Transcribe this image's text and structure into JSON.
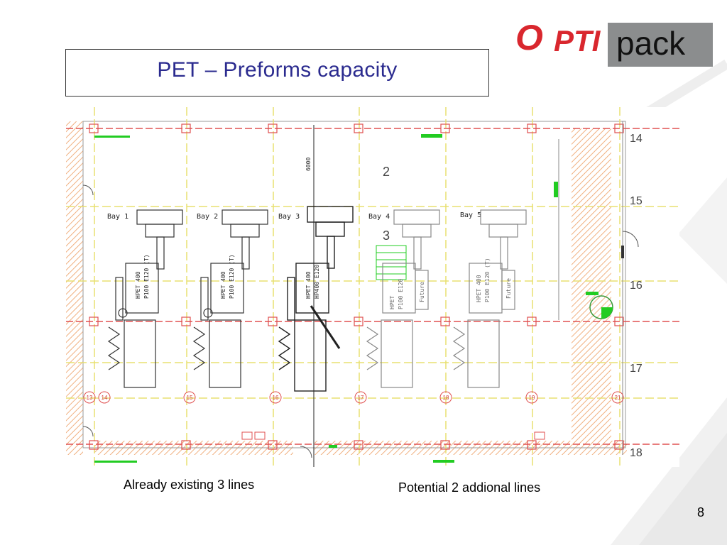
{
  "slide": {
    "title": "PET – Preforms  capacity",
    "page_number": "8"
  },
  "logo": {
    "letter_o": "O",
    "pti": "PTI",
    "pack": "pack"
  },
  "captions": {
    "existing": "Already existing 3 lines",
    "potential": "Potential 2 addional lines"
  },
  "floor_plan": {
    "bays": [
      "Bay 1",
      "Bay 2",
      "Bay 3",
      "Bay 4",
      "Bay 5"
    ],
    "row_labels": [
      "14",
      "15",
      "16",
      "17",
      "18"
    ],
    "column_markers": [
      "13",
      "14",
      "15",
      "16",
      "17",
      "18",
      "19",
      "21"
    ],
    "machine_labels": [
      {
        "line1": "HPET 400",
        "line2": "P100 E120 (T)"
      },
      {
        "line1": "HPET 400",
        "line2": "P100 E120 (T)"
      },
      {
        "line1": "HPET 400",
        "line2": "HP400 E120"
      },
      {
        "line1": "HPET",
        "line2": "P100 E120",
        "line3": "Future"
      },
      {
        "line1": "HPET 400",
        "line2": "P100 E120 (T)",
        "line3": "Future"
      }
    ],
    "annotations": {
      "dimension": "6000",
      "label_2": "2",
      "label_3": "3"
    },
    "colors": {
      "grid_yellow": "#e8e070",
      "wall_red": "#e05050",
      "hatch_orange": "#f0b080",
      "accent_green": "#22cc22",
      "equipment": "#333333",
      "future_equipment": "#888888"
    }
  }
}
